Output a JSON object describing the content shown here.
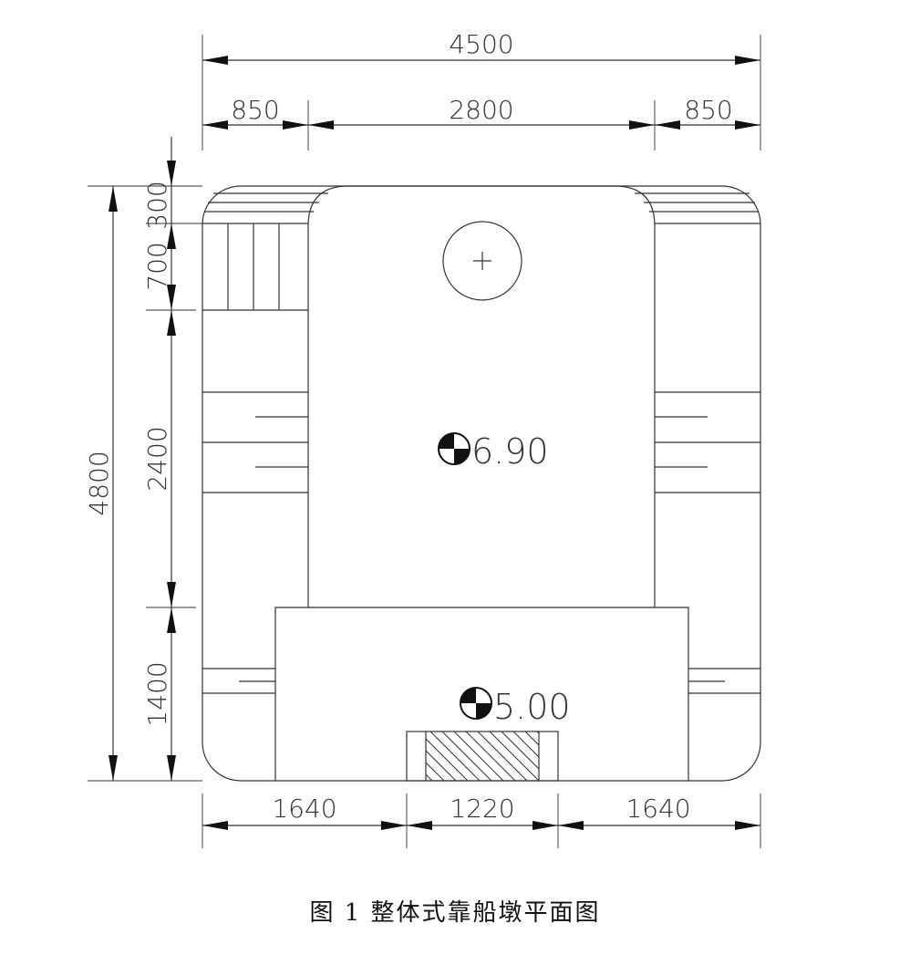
{
  "dimensions": {
    "top_total": "4500",
    "top_left": "850",
    "top_middle": "2800",
    "top_right": "850",
    "left_total": "4800",
    "left_seg_1": "300",
    "left_seg_2": "700",
    "left_seg_3": "2400",
    "left_seg_4": "1400",
    "bottom_left": "1640",
    "bottom_middle": "1220",
    "bottom_right": "1640"
  },
  "elevations": {
    "upper": "6.90",
    "lower": "5.00"
  },
  "icons": {
    "elevation_marker": "elevation-marker-icon",
    "bollard": "bollard-circle-icon"
  },
  "colors": {
    "line": "#333333",
    "fill_black": "#111111"
  },
  "caption": "图 1 整体式靠船墩平面图"
}
